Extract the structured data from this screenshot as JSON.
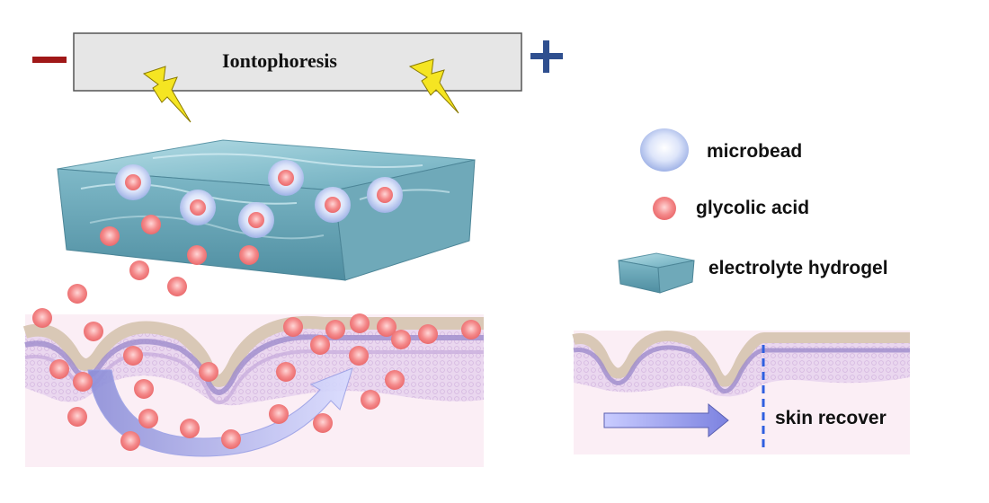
{
  "title": "Iontophoresis",
  "electrodes": {
    "negative_symbol": "−",
    "positive_symbol": "+",
    "negative_color": "#a01818",
    "positive_color": "#2f4f8f"
  },
  "icons": [
    "lightning-bolt-icon",
    "lightning-bolt-icon"
  ],
  "legend": {
    "microbead_label": "microbead",
    "glycolic_acid_label": "glycolic acid",
    "hydrogel_label": "electrolyte hydrogel"
  },
  "recovery_label": "skin recover",
  "colors": {
    "hydrogel": "#8fc3d0",
    "glycolic_acid": "#f07c7c",
    "microbead": "#c7d3f2",
    "skin_stratum": "#d9c8b6",
    "skin_layer": "#d4b8e2",
    "skin_basal": "#9d8ccc",
    "dermis": "#fbeef5",
    "arrow": "#8e90dc",
    "dashed_line": "#2f5fe0"
  }
}
